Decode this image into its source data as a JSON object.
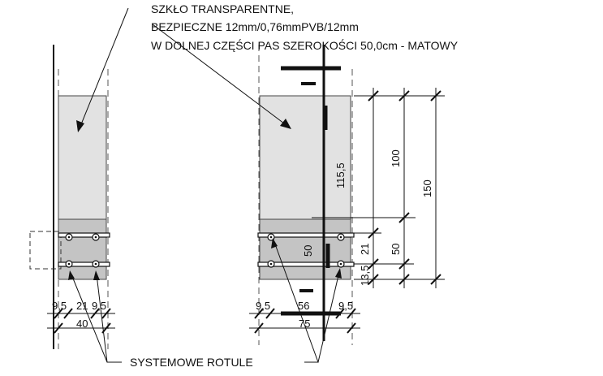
{
  "annotations": {
    "glass_line1": "SZKŁO TRANSPARENTNE,",
    "glass_line2": "BEZPIECZNE 12mm/0,76mmPVB/12mm",
    "glass_line3": "W DOLNEJ CZĘŚCI PAS SZEROKOŚCI 50,0cm - MATOWY",
    "fittings": "SYSTEMOWE ROTULE"
  },
  "dimensions": {
    "left_view": {
      "edge_left": "9,5",
      "between": "21",
      "edge_right": "9,5",
      "total": "40"
    },
    "right_view": {
      "edge_left": "9,5",
      "span": "56",
      "edge_right": "9,5",
      "total": "75",
      "matte_band": "50",
      "top_glass": "115,5",
      "vert_bolt_spacing": "21",
      "vert_bottom_edge": "13,5",
      "vert_upper": "100",
      "vert_lower": "50",
      "vert_total": "150"
    }
  },
  "colors": {
    "clear_glass": "#e2e2e2",
    "matte_glass": "#c4c4c4",
    "line": "#111111"
  }
}
